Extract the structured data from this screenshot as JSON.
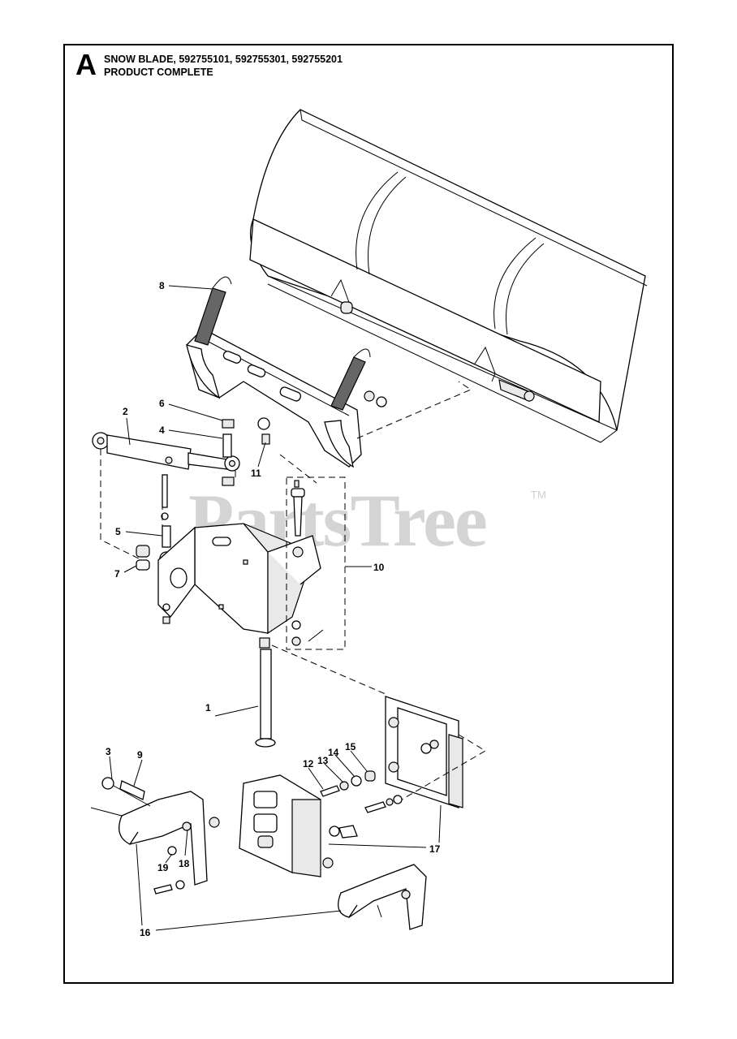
{
  "header": {
    "section_letter": "A",
    "title_line1": "SNOW BLADE, 592755101, 592755301, 592755201",
    "title_line2": "PRODUCT COMPLETE"
  },
  "watermark": {
    "text": "PartsTree",
    "mark": "TM"
  },
  "callouts": [
    "1",
    "2",
    "3",
    "4",
    "5",
    "6",
    "7",
    "8",
    "9",
    "10",
    "11",
    "12",
    "13",
    "14",
    "15",
    "16",
    "17",
    "18",
    "19"
  ]
}
